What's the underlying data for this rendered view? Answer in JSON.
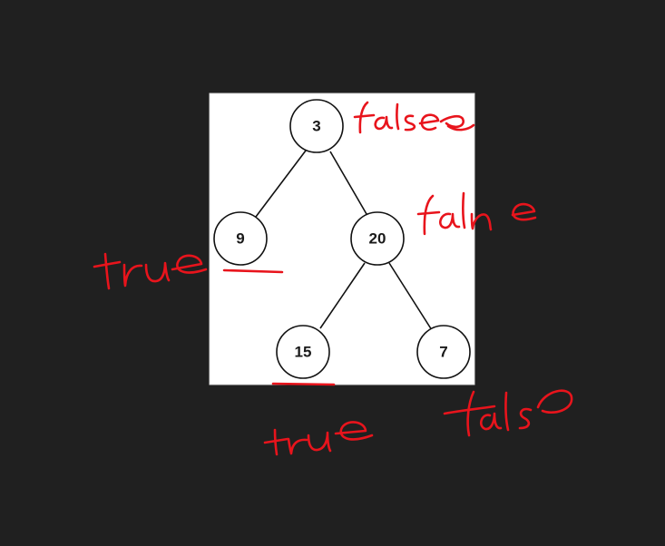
{
  "colors": {
    "background": "#202020",
    "panel": "#ffffff",
    "node_fill": "#ffffff",
    "node_stroke": "#111111",
    "edge": "#111111",
    "annotation": "#e8141c"
  },
  "tree": {
    "nodes": [
      {
        "id": "n3",
        "label": "3"
      },
      {
        "id": "n9",
        "label": "9"
      },
      {
        "id": "n20",
        "label": "20"
      },
      {
        "id": "n15",
        "label": "15"
      },
      {
        "id": "n7",
        "label": "7"
      }
    ],
    "edges": [
      {
        "from": "n3",
        "to": "n9"
      },
      {
        "from": "n3",
        "to": "n20"
      },
      {
        "from": "n20",
        "to": "n15"
      },
      {
        "from": "n20",
        "to": "n7"
      }
    ]
  },
  "annotations": [
    {
      "id": "ann-3",
      "text": "false",
      "node": "n3"
    },
    {
      "id": "ann-20",
      "text": "false",
      "node": "n20"
    },
    {
      "id": "ann-9",
      "text": "true",
      "node": "n9",
      "underlined": true
    },
    {
      "id": "ann-15",
      "text": "true",
      "node": "n15",
      "underlined": true
    },
    {
      "id": "ann-7",
      "text": "false",
      "node": "n7"
    }
  ]
}
